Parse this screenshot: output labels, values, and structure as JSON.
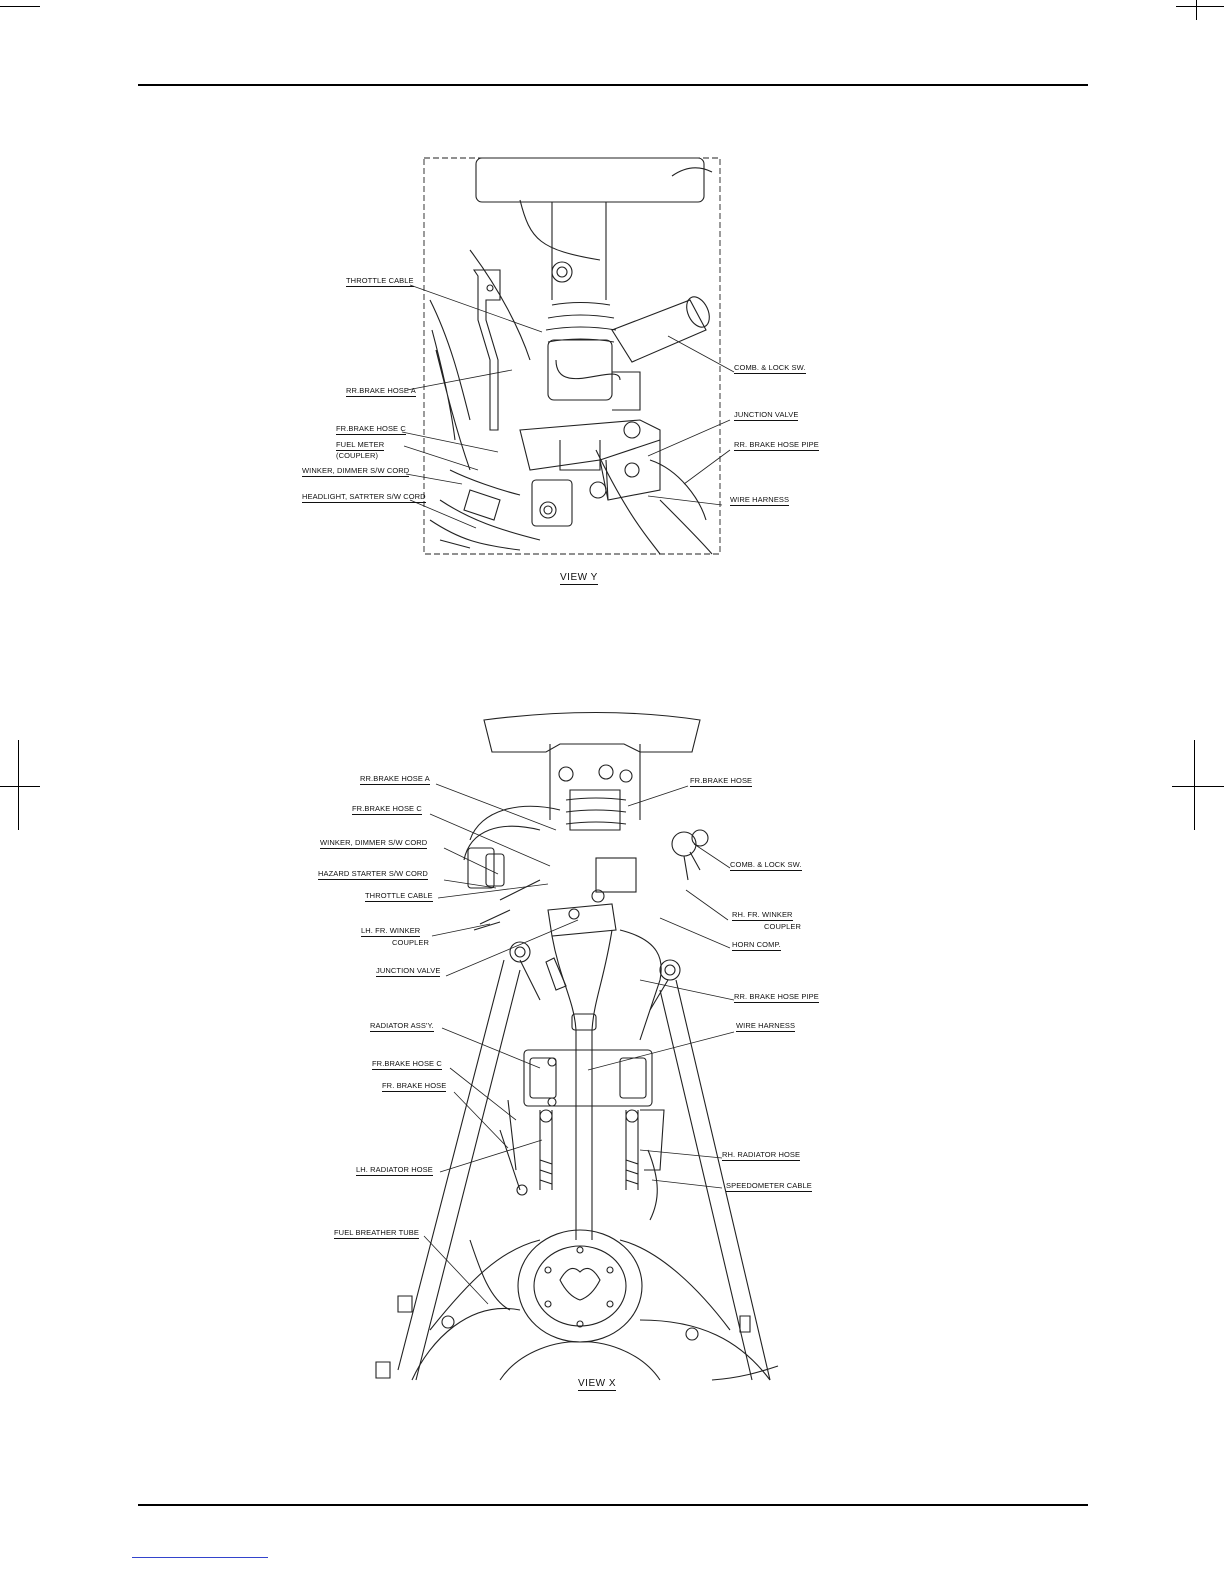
{
  "view_y": {
    "caption": "VIEW Y",
    "labels": {
      "throttle_cable": "THROTTLE CABLE",
      "rr_brake_hose_a": "RR.BRAKE HOSE A",
      "fr_brake_hose_c": "FR.BRAKE HOSE C",
      "fuel_meter": "FUEL METER",
      "coupler": "(COUPLER)",
      "winker_dimmer": "WINKER, DIMMER S/W CORD",
      "headlight": "HEADLIGHT, SATRTER S/W CORD",
      "comb_lock": "COMB. & LOCK SW.",
      "junction_valve": "JUNCTION VALVE",
      "rr_brake_hose_pipe": "RR. BRAKE HOSE PIPE",
      "wire_harness": "WIRE HARNESS"
    }
  },
  "view_x": {
    "caption": "VIEW X",
    "labels": {
      "rr_brake_hose_a": "RR.BRAKE HOSE A",
      "fr_brake_hose_c": "FR.BRAKE HOSE C",
      "winker_dimmer": "WINKER, DIMMER S/W CORD",
      "hazard_starter": "HAZARD STARTER S/W CORD",
      "throttle_cable": "THROTTLE CABLE",
      "lh_fr_winker": "LH. FR. WINKER",
      "lh_coupler": "COUPLER",
      "junction_valve": "JUNCTION VALVE",
      "radiator_assy": "RADIATOR ASS'Y.",
      "fr_brake_hose_c2": "FR.BRAKE HOSE C",
      "fr_brake_hose2": "FR. BRAKE HOSE",
      "lh_radiator_hose": "LH. RADIATOR HOSE",
      "fuel_breather": "FUEL BREATHER TUBE",
      "fr_brake_hose": "FR.BRAKE HOSE",
      "comb_lock": "COMB. & LOCK SW.",
      "rh_fr_winker": "RH. FR. WINKER",
      "rh_coupler": "COUPLER",
      "horn_comp": "HORN COMP.",
      "rr_brake_hose_pipe": "RR. BRAKE HOSE PIPE",
      "wire_harness": "WIRE HARNESS",
      "rh_radiator_hose": "RH. RADIATOR HOSE",
      "speedometer_cable": "SPEEDOMETER CABLE"
    }
  }
}
